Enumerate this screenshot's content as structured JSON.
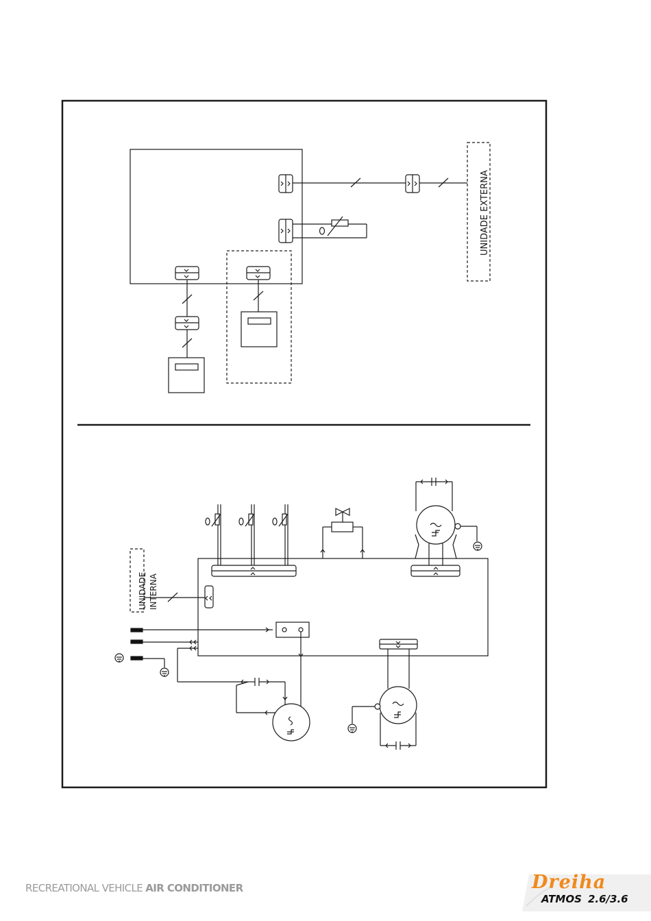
{
  "diagram": {
    "top_label_external": "UNIDADE EXTERNA",
    "bottom_label_internal_1": "UNIDADE",
    "bottom_label_internal_2": "INTERNA"
  },
  "footer": {
    "title_regular": "RECREATIONAL VEHICLE ",
    "title_bold": "AIR CONDITIONER"
  },
  "logo": {
    "brand": "Dreiha",
    "model": "ATMOS",
    "version": "2.6/3.6"
  },
  "colors": {
    "line": "#1a1a1a",
    "footer_text": "#9a9a9a",
    "brand_orange": "#ef8a1c",
    "logo_backdrop": "#f0f0f0"
  }
}
